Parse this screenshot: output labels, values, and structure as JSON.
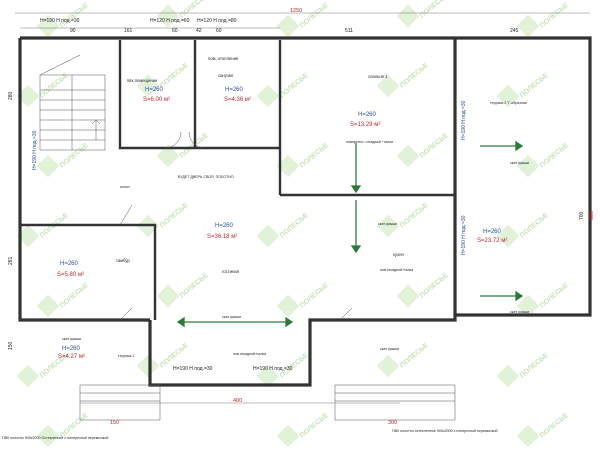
{
  "dimensions": {
    "overall": "1250",
    "overall_bottom": "400",
    "right_side": "700",
    "right_side_red": "600",
    "bottom_red": "300",
    "bottom_left_red": "150"
  },
  "windows": {
    "top_left": "H=190 Н под.=30",
    "top_mid": "H=120 Н под.=60",
    "top_mid2": "H=120 Н под.=80",
    "bottom_mid": "H=190 Н под.=30",
    "bottom_mid2": "H=190 Н под.=30",
    "right_upper": "H=190 Н под.=30",
    "right_lower": "H=190 Н под.=30"
  },
  "rooms": {
    "pvc_room": {
      "label": "пвх помещение",
      "h": "H=260",
      "s": "S=6.00 м²"
    },
    "wc": {
      "label": "санузел",
      "h": "H=260",
      "s": "S=4.36 м²"
    },
    "bedroom": {
      "label": "спальня 1",
      "h": "H=260",
      "s": "S=13.29 м²"
    },
    "living": {
      "label": "гостиная",
      "h": "H=260",
      "s": "S=36.18 м²"
    },
    "kitchen": {
      "label": "кухня",
      "h": "H=260",
      "s": "S=23.72 м²"
    },
    "vestibule": {
      "label": "тамбур",
      "h": "H=260",
      "s": "S=5.80 м²"
    },
    "porch": {
      "label": "скат крыши",
      "h": "H=260",
      "s": "S=4.27 м²"
    }
  },
  "notes": {
    "boiler": "пом. отопления",
    "terrace_right": "терраса 2 'Г-образная'",
    "terrace_left": "терраса 1",
    "door_note": "БУДЕТ ДВЕРЬ СВОЯ, ПОЛОТНО",
    "kolonna": "колон",
    "roof1": "скат крыши",
    "roof2": "скат крыши",
    "roof3": "скат крыши",
    "roof4": "скат крыши",
    "roof5": "скат крыши",
    "beam1": "поворотно- откидной +галка",
    "beam2": "пов.откидной+галка",
    "beam3": "пов.откидной+галка",
    "pvc_left": "ПВХ полотно 900х2000 Остекленное с поперечной перемычкой",
    "pvc_right": "ПВХ полотно остекленное 900х2000 с поперечной перемычкой"
  },
  "watermark": "ПОЛЕСЬЕ"
}
